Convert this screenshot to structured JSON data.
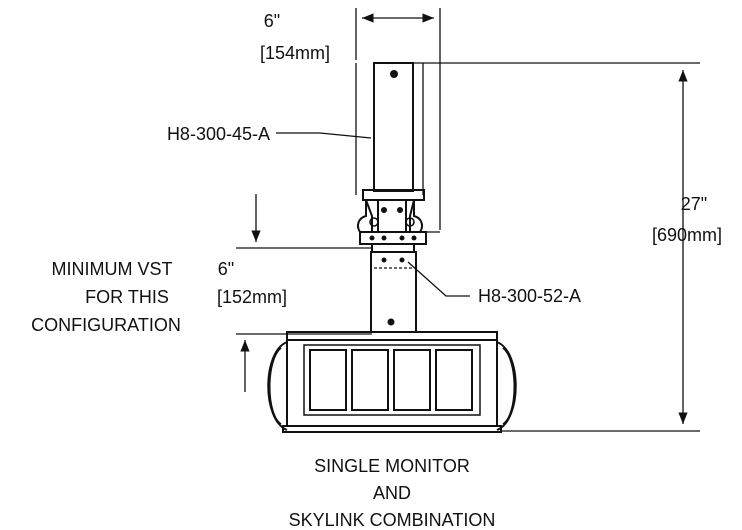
{
  "top_width": {
    "inches": "6\"",
    "mm": "[154mm]"
  },
  "part_upper": "H8-300-45-A",
  "part_lower": "H8-300-52-A",
  "height": {
    "inches": "27\"",
    "mm": "[690mm]"
  },
  "minimum_vst": {
    "lines": [
      "MINIMUM VST",
      "FOR THIS",
      "CONFIGURATION"
    ],
    "inches": "6\"",
    "mm": "[152mm]"
  },
  "caption": [
    "SINGLE MONITOR",
    "AND",
    "SKYLINK COMBINATION"
  ],
  "colors": {
    "line": "#111111",
    "background": "#ffffff"
  }
}
